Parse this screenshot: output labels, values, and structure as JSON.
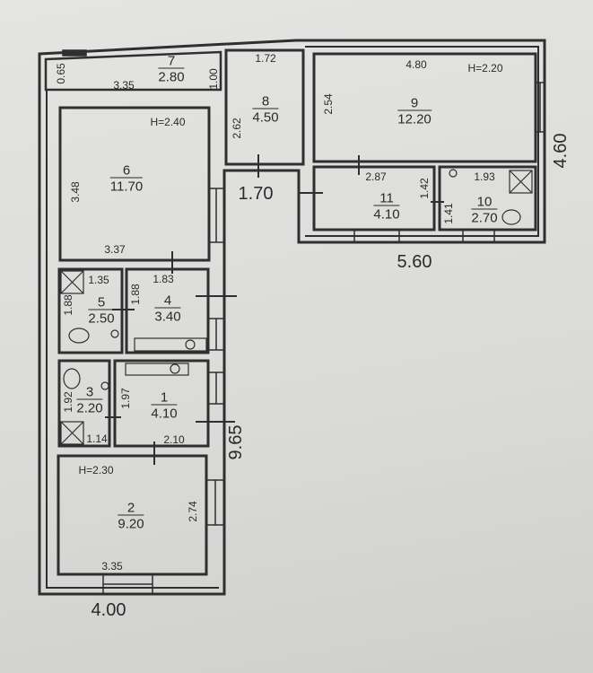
{
  "rooms": [
    {
      "number": "1",
      "area": "4.10",
      "dims": [
        "1.97",
        "2.10"
      ]
    },
    {
      "number": "2",
      "area": "9.20",
      "dims": [
        "H=2.30",
        "2.74",
        "3.35"
      ]
    },
    {
      "number": "3",
      "area": "2.20",
      "dims": [
        "1.92",
        "1.14"
      ]
    },
    {
      "number": "4",
      "area": "3.40",
      "dims": [
        "1.83",
        "1.88"
      ]
    },
    {
      "number": "5",
      "area": "2.50",
      "dims": [
        "1.35",
        "1.88"
      ]
    },
    {
      "number": "6",
      "area": "11.70",
      "dims": [
        "H=2.40",
        "3.48",
        "3.37"
      ]
    },
    {
      "number": "7",
      "area": "2.80",
      "dims": [
        "0.65",
        "3.35",
        "1.00"
      ]
    },
    {
      "number": "8",
      "area": "4.50",
      "dims": [
        "1.72",
        "2.62"
      ]
    },
    {
      "number": "9",
      "area": "12.20",
      "dims": [
        "4.80",
        "H=2.20",
        "2.54"
      ]
    },
    {
      "number": "10",
      "area": "2.70",
      "dims": [
        "1.93",
        "1.41"
      ]
    },
    {
      "number": "11",
      "area": "4.10",
      "dims": [
        "2.87",
        "1.42"
      ]
    }
  ],
  "overall": {
    "hall": "1.70",
    "right_height": "4.60",
    "right_width": "5.60",
    "left_height": "9.65",
    "left_width": "4.00"
  },
  "colors": {
    "line": "#2f2f2f",
    "paper": "#e2e2e0"
  }
}
